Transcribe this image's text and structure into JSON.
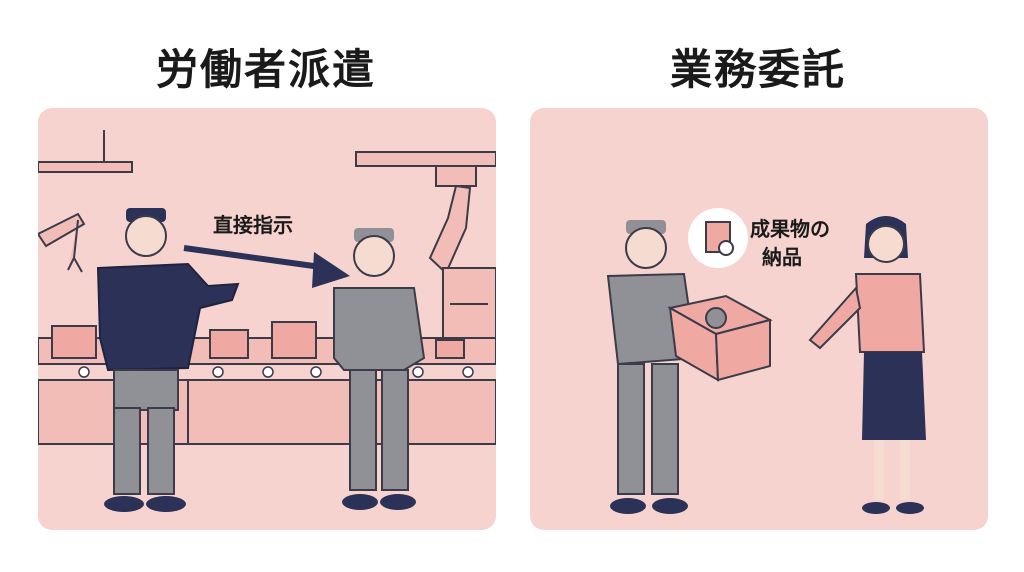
{
  "left": {
    "title": "労働者派遣",
    "callout": "直接指示"
  },
  "right": {
    "title": "業務委託",
    "callout_line1": "成果物の",
    "callout_line2": "納品"
  },
  "colors": {
    "navy": "#2b3157",
    "grey": "#8f9196",
    "panel": "#f7d3cf",
    "accent": "#f0a8a3"
  }
}
